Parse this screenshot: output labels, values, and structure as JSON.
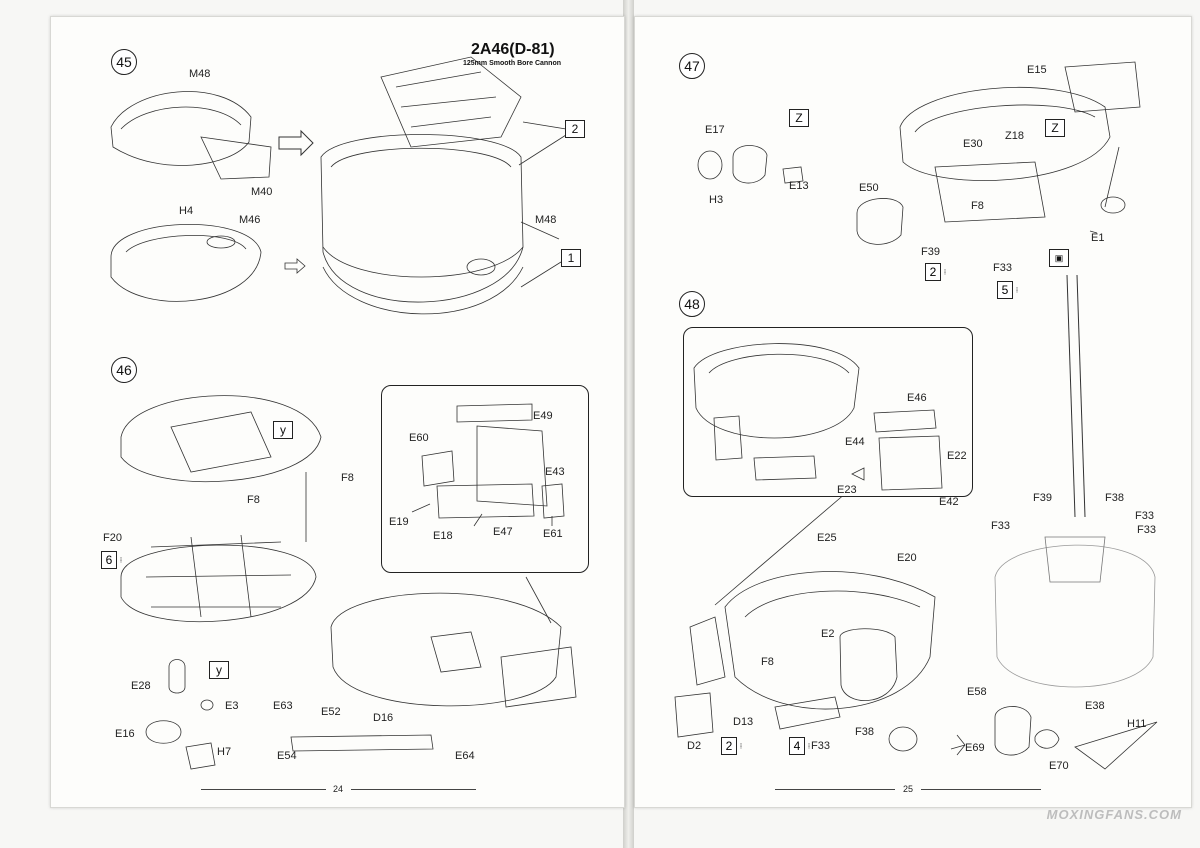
{
  "left_page": {
    "page_number": "24",
    "step_45": {
      "number": "45",
      "gun_title": "2A46(D-81)",
      "gun_subtitle": "125mm Smooth Bore Cannon",
      "parts": [
        "M48",
        "M40",
        "H4",
        "M46",
        "M48"
      ],
      "subassembly_refs": [
        "2",
        "1"
      ]
    },
    "step_46": {
      "number": "46",
      "parts": [
        "F8",
        "F8",
        "F20",
        "E49",
        "E60",
        "E43",
        "E19",
        "E18",
        "E47",
        "E61",
        "E28",
        "E3",
        "E16",
        "H7",
        "E63",
        "E52",
        "D16",
        "E54",
        "E64"
      ],
      "marker_top": "y",
      "marker_detail": "y",
      "paint_ref": "6"
    }
  },
  "right_page": {
    "page_number": "25",
    "step_47": {
      "number": "47",
      "parts": [
        "E15",
        "E17",
        "E13",
        "H3",
        "E30",
        "Z18",
        "E50",
        "F8",
        "E1",
        "F39",
        "F33"
      ],
      "marker_left": "Z",
      "marker_right": "Z",
      "paint_refs": [
        "2",
        "5"
      ]
    },
    "step_48": {
      "number": "48",
      "parts": [
        "E46",
        "E44",
        "E22",
        "E23",
        "E42",
        "F39",
        "F38",
        "F33",
        "F33",
        "F33",
        "E25",
        "E20",
        "E2",
        "F8",
        "D13",
        "D2",
        "F33",
        "F38",
        "E58",
        "E38",
        "H11",
        "E69",
        "E70"
      ],
      "paint_refs": [
        "2",
        "4"
      ]
    }
  },
  "watermark": "MOXINGFANS.COM"
}
